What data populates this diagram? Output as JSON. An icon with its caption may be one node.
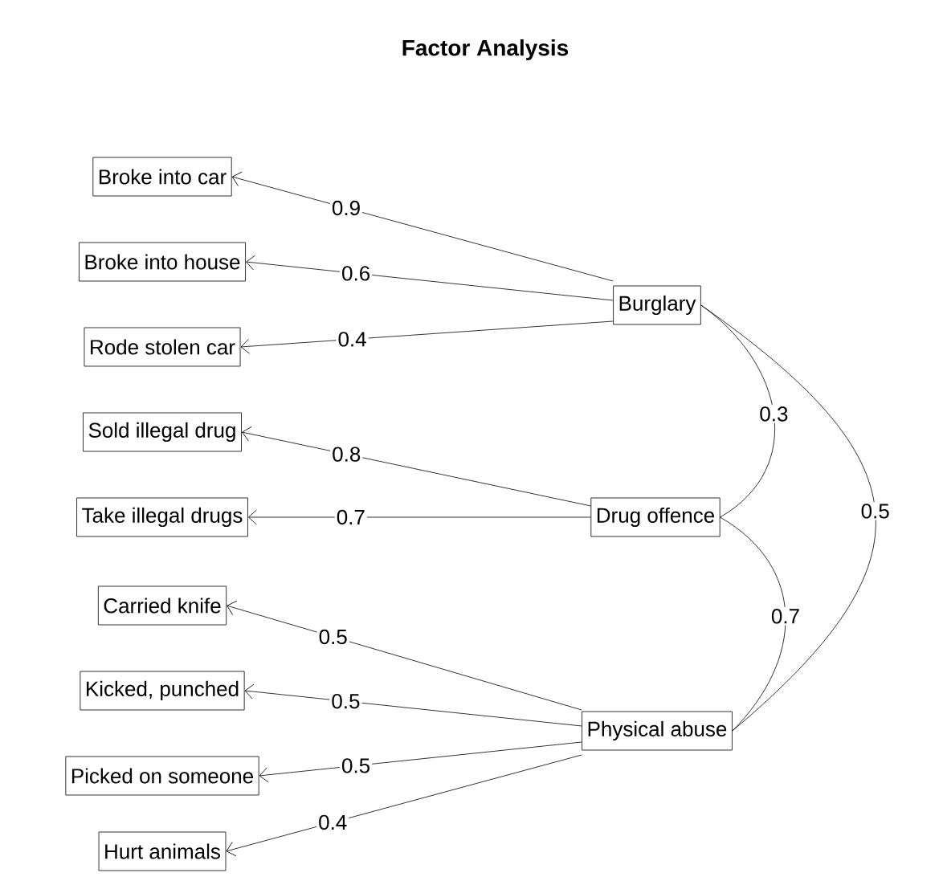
{
  "diagram": {
    "title": "Factor Analysis",
    "nodes": [
      {
        "text": [
          "Broke into car"
        ]
      },
      {
        "text": [
          "Broke into house"
        ]
      },
      {
        "text": [
          "Rode stolen car"
        ]
      },
      {
        "text": [
          "Sold illegal drug"
        ]
      },
      {
        "text": [
          "Take illegal drugs"
        ]
      },
      {
        "text": [
          "Carried knife"
        ]
      },
      {
        "text": [
          "Kicked, punched"
        ]
      },
      {
        "text": [
          "Picked on someone"
        ]
      },
      {
        "text": [
          "Hurt animals"
        ]
      },
      {
        "text": [
          "Burglary"
        ]
      },
      {
        "text": [
          "Drug offence"
        ]
      },
      {
        "text": [
          "Physical abuse"
        ]
      }
    ],
    "edges": [
      {
        "from": 9,
        "to": 0,
        "arrow": "to",
        "label": "0.9"
      },
      {
        "from": 9,
        "to": 1,
        "arrow": "to",
        "label": "0.6"
      },
      {
        "from": 9,
        "to": 2,
        "arrow": "to",
        "label": "0.4"
      },
      {
        "from": 10,
        "to": 3,
        "arrow": "to",
        "label": "0.8"
      },
      {
        "from": 10,
        "to": 4,
        "arrow": "to",
        "label": "0.7"
      },
      {
        "from": 11,
        "to": 5,
        "arrow": "to",
        "label": "0.5"
      },
      {
        "from": 11,
        "to": 6,
        "arrow": "to",
        "label": "0.5"
      },
      {
        "from": 11,
        "to": 7,
        "arrow": "to",
        "label": "0.5"
      },
      {
        "from": 11,
        "to": 8,
        "arrow": "to",
        "label": "0.4"
      },
      {
        "from": 9,
        "to": 10,
        "arrow": "none",
        "label": "0.3"
      },
      {
        "from": 10,
        "to": 11,
        "arrow": "none",
        "label": "0.7"
      },
      {
        "from": 9,
        "to": 11,
        "arrow": "none",
        "label": "0.5"
      }
    ]
  }
}
